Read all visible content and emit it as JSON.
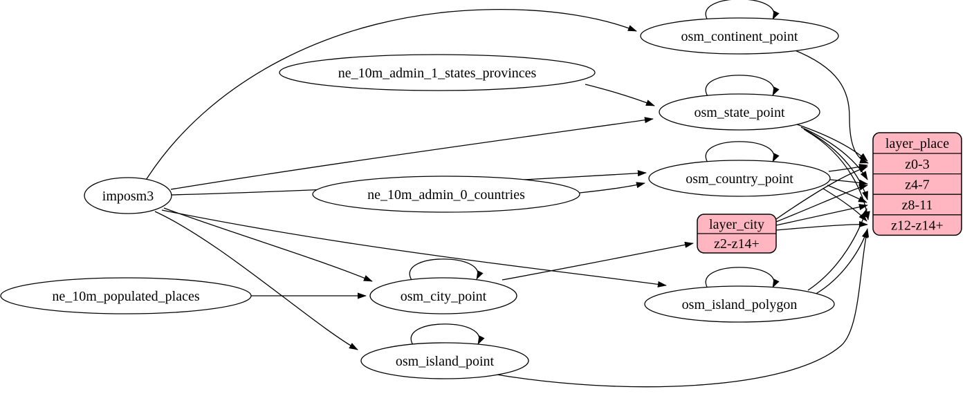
{
  "colors": {
    "background": "#ffffff",
    "table_node_fill": "#ffffff",
    "layer_node_fill": "#ffb6c1",
    "stroke": "#000000"
  },
  "diagram": {
    "nodes": [
      {
        "id": "imposm3",
        "label": "imposm3",
        "shape": "ellipse"
      },
      {
        "id": "ne_10m_admin_1_states_provinces",
        "label": "ne_10m_admin_1_states_provinces",
        "shape": "ellipse"
      },
      {
        "id": "ne_10m_admin_0_countries",
        "label": "ne_10m_admin_0_countries",
        "shape": "ellipse"
      },
      {
        "id": "ne_10m_populated_places",
        "label": "ne_10m_populated_places",
        "shape": "ellipse"
      },
      {
        "id": "osm_continent_point",
        "label": "osm_continent_point",
        "shape": "ellipse"
      },
      {
        "id": "osm_state_point",
        "label": "osm_state_point",
        "shape": "ellipse"
      },
      {
        "id": "osm_country_point",
        "label": "osm_country_point",
        "shape": "ellipse"
      },
      {
        "id": "osm_city_point",
        "label": "osm_city_point",
        "shape": "ellipse"
      },
      {
        "id": "osm_island_polygon",
        "label": "osm_island_polygon",
        "shape": "ellipse"
      },
      {
        "id": "osm_island_point",
        "label": "osm_island_point",
        "shape": "ellipse"
      },
      {
        "id": "layer_city",
        "label": "layer_city",
        "shape": "record",
        "rows": [
          "z2-z14+"
        ]
      },
      {
        "id": "layer_place",
        "label": "layer_place",
        "shape": "record",
        "rows": [
          "z0-3",
          "z4-7",
          "z8-11",
          "z12-z14+"
        ]
      }
    ],
    "edges": [
      {
        "from": "imposm3",
        "to": "osm_continent_point"
      },
      {
        "from": "imposm3",
        "to": "osm_state_point"
      },
      {
        "from": "imposm3",
        "to": "osm_country_point"
      },
      {
        "from": "imposm3",
        "to": "osm_city_point"
      },
      {
        "from": "imposm3",
        "to": "osm_island_polygon"
      },
      {
        "from": "imposm3",
        "to": "osm_island_point"
      },
      {
        "from": "ne_10m_admin_1_states_provinces",
        "to": "osm_state_point"
      },
      {
        "from": "ne_10m_admin_0_countries",
        "to": "osm_country_point"
      },
      {
        "from": "ne_10m_populated_places",
        "to": "osm_city_point"
      },
      {
        "from": "osm_continent_point",
        "to": "osm_continent_point"
      },
      {
        "from": "osm_state_point",
        "to": "osm_state_point"
      },
      {
        "from": "osm_country_point",
        "to": "osm_country_point"
      },
      {
        "from": "osm_city_point",
        "to": "osm_city_point"
      },
      {
        "from": "osm_island_polygon",
        "to": "osm_island_polygon"
      },
      {
        "from": "osm_island_point",
        "to": "osm_island_point"
      },
      {
        "from": "osm_city_point",
        "to": "layer_city",
        "to_row": "z2-z14+"
      },
      {
        "from": "osm_continent_point",
        "to": "layer_place",
        "to_row": "z0-3"
      },
      {
        "from": "osm_state_point",
        "to": "layer_place",
        "to_row": "z0-3"
      },
      {
        "from": "osm_state_point",
        "to": "layer_place",
        "to_row": "z4-7"
      },
      {
        "from": "osm_state_point",
        "to": "layer_place",
        "to_row": "z8-11"
      },
      {
        "from": "osm_state_point",
        "to": "layer_place",
        "to_row": "z12-z14+"
      },
      {
        "from": "osm_country_point",
        "to": "layer_place",
        "to_row": "z0-3"
      },
      {
        "from": "osm_country_point",
        "to": "layer_place",
        "to_row": "z4-7"
      },
      {
        "from": "osm_country_point",
        "to": "layer_place",
        "to_row": "z8-11"
      },
      {
        "from": "osm_country_point",
        "to": "layer_place",
        "to_row": "z12-z14+"
      },
      {
        "from": "layer_city",
        "to": "layer_place",
        "to_row": "z0-3"
      },
      {
        "from": "layer_city",
        "to": "layer_place",
        "to_row": "z4-7"
      },
      {
        "from": "layer_city",
        "to": "layer_place",
        "to_row": "z8-11"
      },
      {
        "from": "layer_city",
        "to": "layer_place",
        "to_row": "z12-z14+"
      },
      {
        "from": "osm_island_polygon",
        "to": "layer_place",
        "to_row": "z8-11"
      },
      {
        "from": "osm_island_polygon",
        "to": "layer_place",
        "to_row": "z12-z14+"
      },
      {
        "from": "osm_island_point",
        "to": "layer_place",
        "to_row": "z12-z14+"
      }
    ]
  }
}
